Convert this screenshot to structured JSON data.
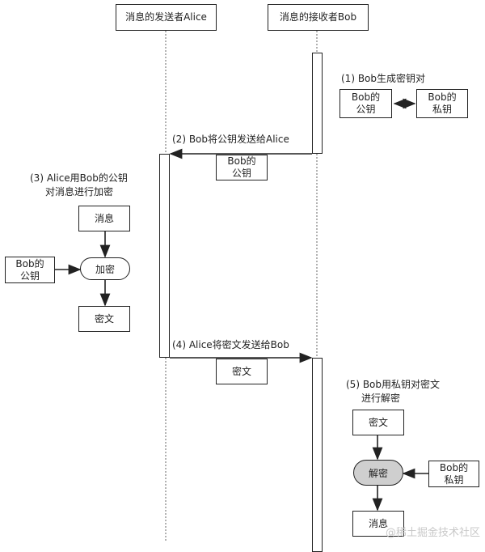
{
  "participants": {
    "alice": "消息的发送者Alice",
    "bob": "消息的接收者Bob"
  },
  "steps": {
    "s1": "(1) Bob生成密钥对",
    "s2": "(2) Bob将公钥发送给Alice",
    "s3_line1": "(3) Alice用Bob的公钥",
    "s3_line2": "对消息进行加密",
    "s4": "(4) Alice将密文发送给Bob",
    "s5_line1": "(5) Bob用私钥对密文",
    "s5_line2": "进行解密"
  },
  "boxes": {
    "bob_public_key_1": "Bob的",
    "bob_public_key_2": "公钥",
    "bob_private_key_1": "Bob的",
    "bob_private_key_2": "私钥",
    "message": "消息",
    "ciphertext": "密文",
    "encrypt": "加密",
    "decrypt": "解密"
  },
  "watermark": "@稀土掘金技术社区"
}
